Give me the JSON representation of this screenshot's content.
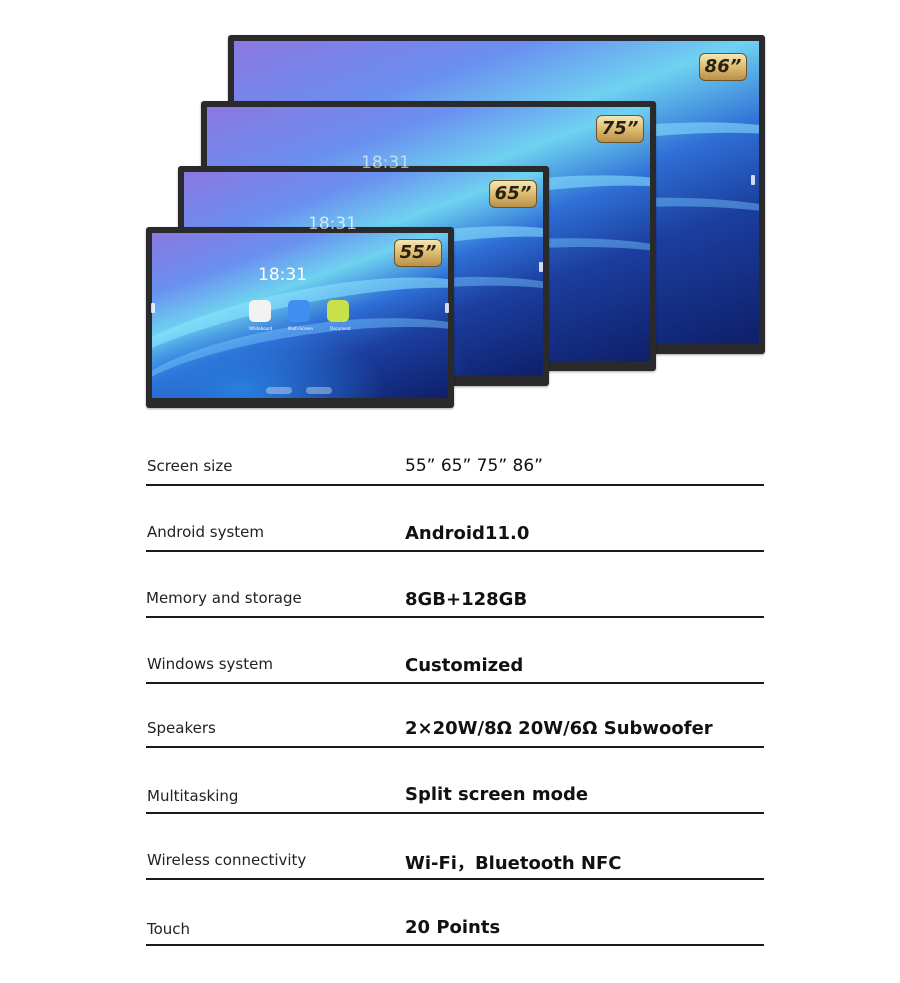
{
  "hero": {
    "displays": [
      {
        "size_label": "86”"
      },
      {
        "size_label": "75”"
      },
      {
        "size_label": "65”"
      },
      {
        "size_label": "55”"
      }
    ],
    "front_screen": {
      "clock": "18:31",
      "apps": [
        {
          "label": "Whiteboard",
          "icon": "whiteboard-app-icon",
          "color": "#f2f2f2"
        },
        {
          "label": "Multi-Screen",
          "icon": "multi-screen-app-icon",
          "color": "#3f8ef0"
        },
        {
          "label": "Document",
          "icon": "document-app-icon",
          "color": "#c8e04a"
        }
      ]
    },
    "colors": {
      "bezel": "#2a2a2c",
      "badge_gold": "#d9b86a"
    }
  },
  "specs": [
    {
      "label": "Screen size",
      "value": "55”  65”  75”  86”"
    },
    {
      "label": "Android system",
      "value": "Android11.0"
    },
    {
      "label": "Memory and storage",
      "value": "8GB+128GB"
    },
    {
      "label": "Windows system",
      "value": "Customized"
    },
    {
      "label": "Speakers",
      "value": "2×20W/8Ω 20W/6Ω Subwoofer"
    },
    {
      "label": "Multitasking",
      "value": "Split screen mode"
    },
    {
      "label": "Wireless connectivity",
      "value": "Wi-Fi，Bluetooth NFC"
    },
    {
      "label": "Touch",
      "value": "20 Points"
    }
  ]
}
